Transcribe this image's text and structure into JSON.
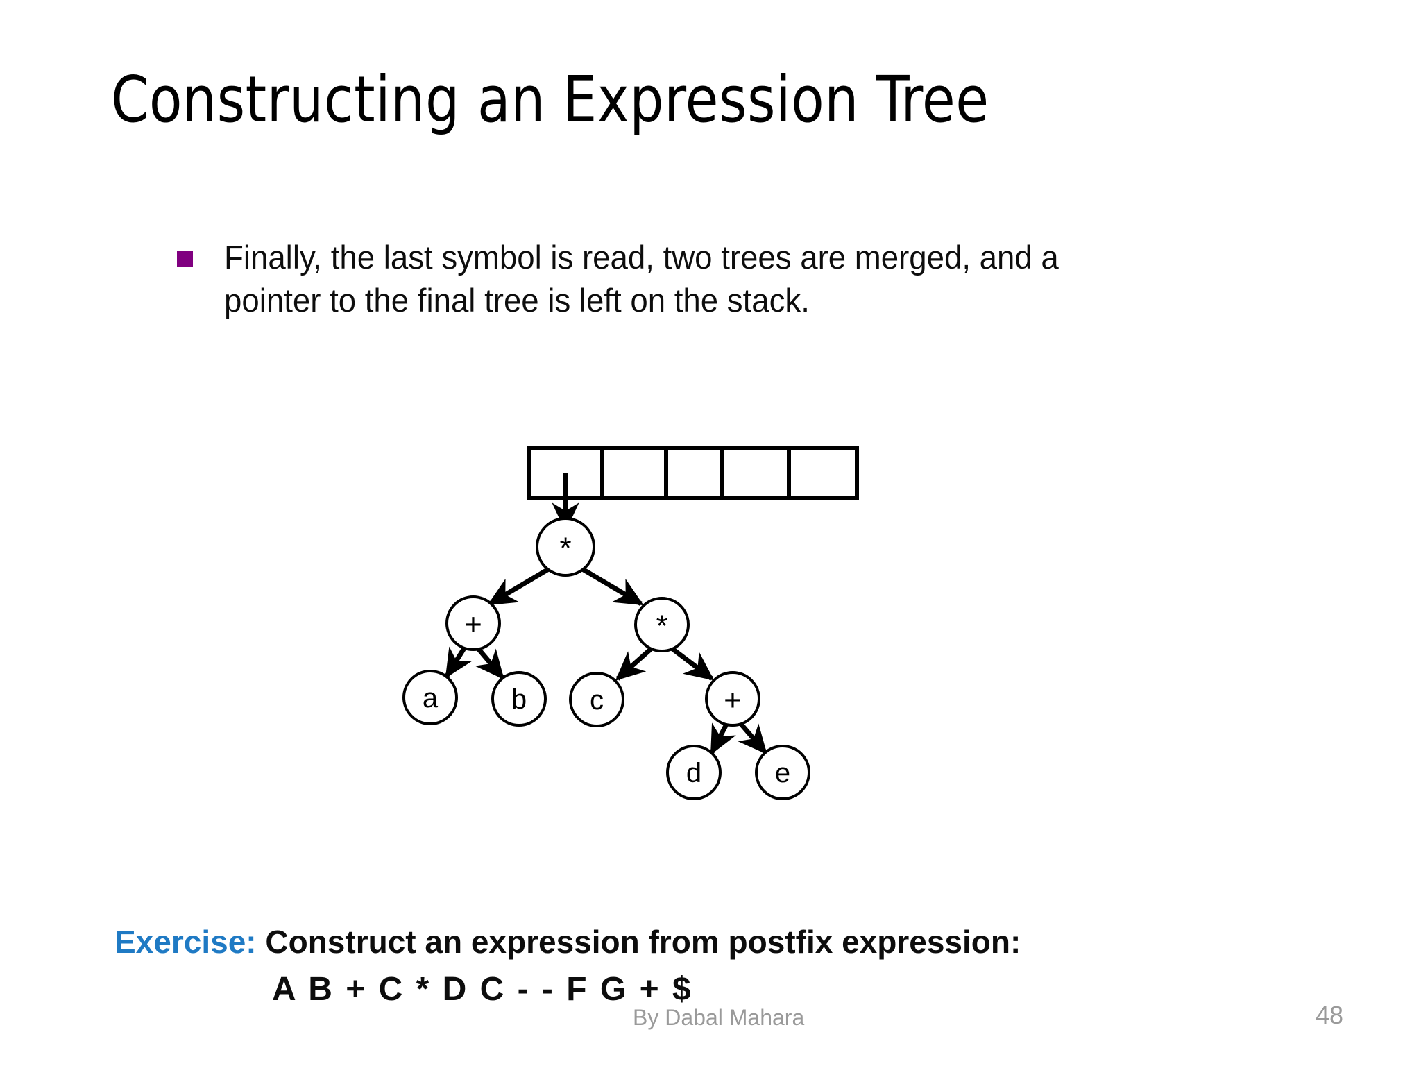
{
  "slide": {
    "title": "Constructing an Expression Tree",
    "bullets": [
      "Finally, the last symbol is read, two trees are merged, and a pointer to the final tree is left on the stack."
    ],
    "bullet_marker_color": "#800080"
  },
  "diagram": {
    "stack": {
      "cells": [
        "",
        "",
        "",
        "",
        ""
      ],
      "cell_count": 5,
      "pointer_from_cell_index": 0,
      "pointer_target": "root"
    },
    "tree": {
      "root": "*",
      "nodes": [
        {
          "id": "root",
          "label": "*",
          "level": 0
        },
        {
          "id": "n-plus-1",
          "label": "+",
          "level": 1
        },
        {
          "id": "n-star-2",
          "label": "*",
          "level": 1
        },
        {
          "id": "n-a",
          "label": "a",
          "level": 2
        },
        {
          "id": "n-b",
          "label": "b",
          "level": 2
        },
        {
          "id": "n-c",
          "label": "c",
          "level": 2
        },
        {
          "id": "n-plus-2",
          "label": "+",
          "level": 2
        },
        {
          "id": "n-d",
          "label": "d",
          "level": 3
        },
        {
          "id": "n-e",
          "label": "e",
          "level": 3
        }
      ],
      "edges": [
        {
          "from": "root",
          "to": "n-plus-1"
        },
        {
          "from": "root",
          "to": "n-star-2"
        },
        {
          "from": "n-plus-1",
          "to": "n-a"
        },
        {
          "from": "n-plus-1",
          "to": "n-b"
        },
        {
          "from": "n-star-2",
          "to": "n-c"
        },
        {
          "from": "n-star-2",
          "to": "n-plus-2"
        },
        {
          "from": "n-plus-2",
          "to": "n-d"
        },
        {
          "from": "n-plus-2",
          "to": "n-e"
        }
      ],
      "node_labels": {
        "root": "*",
        "plus1": "+",
        "star2": "*",
        "a": "a",
        "b": "b",
        "c": "c",
        "plus2": "+",
        "d": "d",
        "e": "e"
      }
    }
  },
  "exercise": {
    "label": "Exercise:",
    "label_color": "#1f7ac4",
    "body": "Construct an expression from postfix expression:",
    "postfix": "A B + C * D C - - F G + $"
  },
  "footer": {
    "author": "By Dabal Mahara",
    "page_number": "48"
  }
}
